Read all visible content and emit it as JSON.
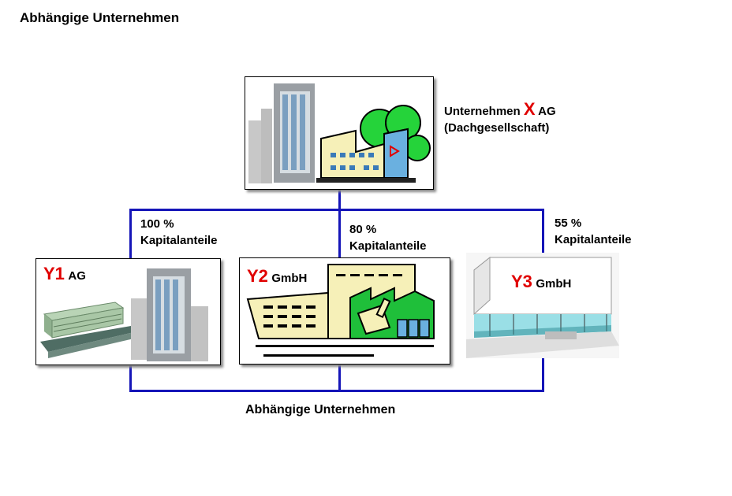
{
  "title": "Abhängige Unternehmen",
  "parent": {
    "name": "Unternehmen",
    "letter": "X",
    "suffix": "AG",
    "role": "(Dachgesellschaft)"
  },
  "subsidiaries": [
    {
      "code": "Y1",
      "suffix": "AG",
      "share": "100 %",
      "share_label": "Kapitalanteile"
    },
    {
      "code": "Y2",
      "suffix": "GmbH",
      "share": "80 %",
      "share_label": "Kapitalanteile"
    },
    {
      "code": "Y3",
      "suffix": "GmbH",
      "share": "55 %",
      "share_label": "Kapitalanteile"
    }
  ],
  "caption": "Abhängige Unternehmen",
  "colors": {
    "connector": "#1515b8",
    "code": "#e00000"
  }
}
